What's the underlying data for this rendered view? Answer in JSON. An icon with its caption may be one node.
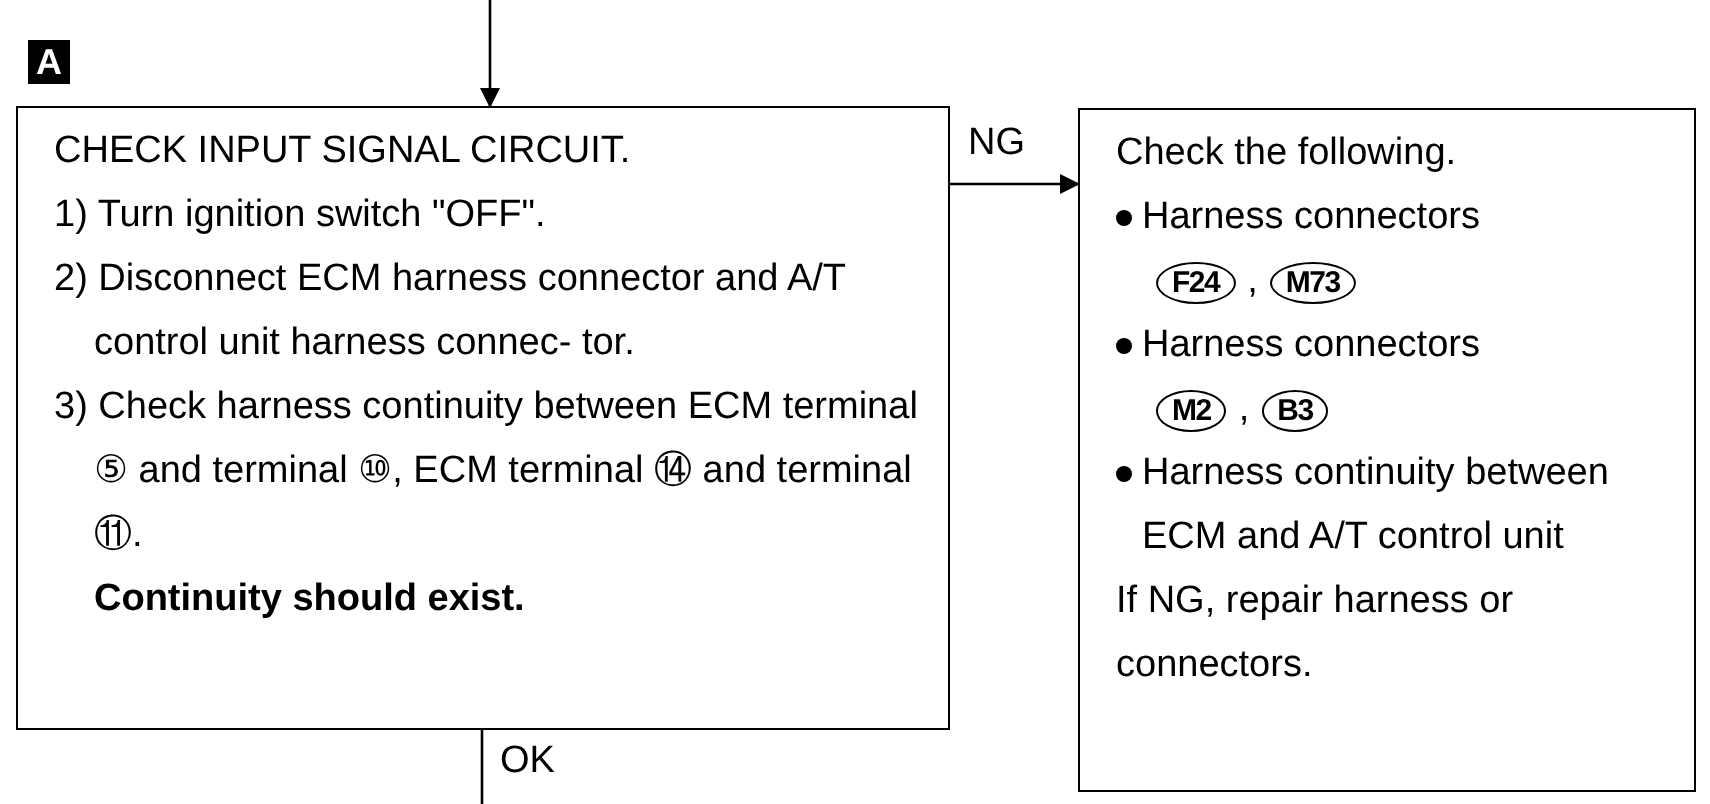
{
  "diagram": {
    "nodes": [
      {
        "text": [
          "CHECK INPUT SIGNAL CIRCUIT.",
          "1) Turn ignition switch \"OFF\".",
          "2) Disconnect ECM harness connector and A/T control unit harness connec- tor.",
          "3) Check harness continuity between ECM terminal ⑤ and terminal ⑩, ECM terminal ⑭ and terminal ⑪.",
          "Continuity should exist."
        ]
      },
      {
        "text": [
          "Check the following.",
          "Harness connectors",
          "F24 , M73",
          "Harness connectors",
          "M2 , B3",
          "Harness continuity between ECM and A/T control unit",
          "If NG, repair harness or connectors."
        ]
      }
    ],
    "edges": [
      {
        "from": null,
        "to": 0,
        "arrow": "to"
      },
      {
        "from": 0,
        "to": 1,
        "arrow": "to",
        "label": "NG"
      },
      {
        "from": 0,
        "to": null,
        "arrow": "none",
        "label": "OK"
      }
    ],
    "labels": [
      "A"
    ]
  }
}
